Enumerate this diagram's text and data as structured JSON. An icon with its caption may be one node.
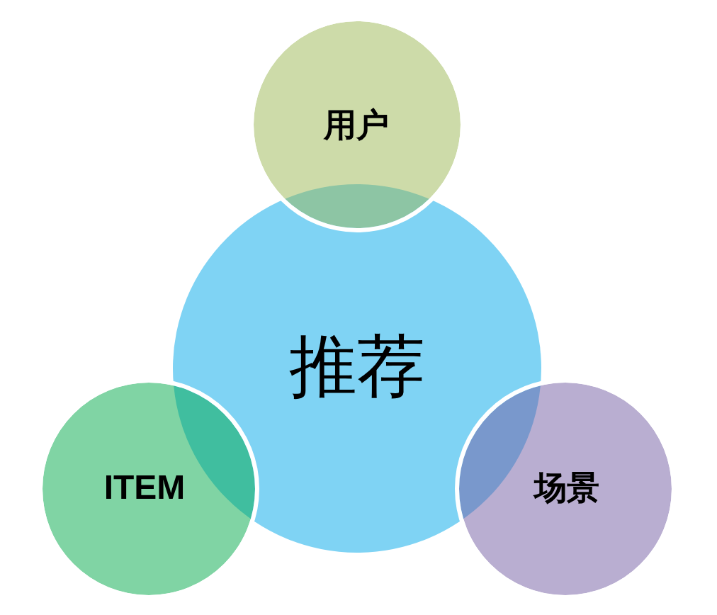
{
  "diagram": {
    "nodes": [
      {
        "text": [
          "用户"
        ]
      },
      {
        "text": [
          "推荐"
        ]
      },
      {
        "text": [
          "ITEM"
        ]
      },
      {
        "text": [
          "场景"
        ]
      }
    ]
  }
}
